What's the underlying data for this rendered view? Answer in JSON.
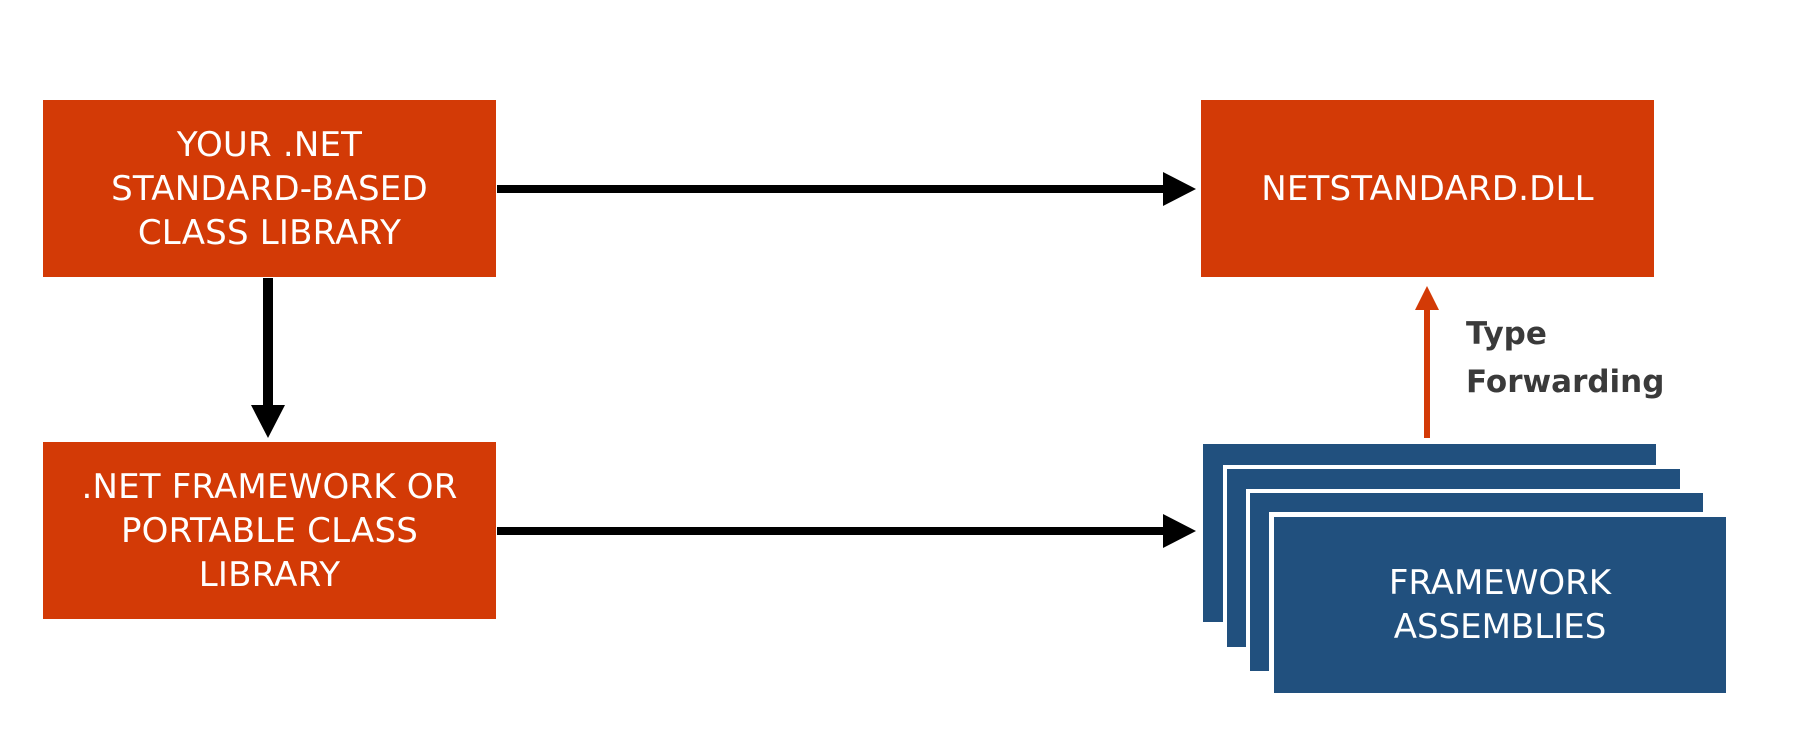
{
  "nodes": {
    "class_library": {
      "lines": [
        "YOUR .NET",
        "STANDARD-BASED",
        "CLASS LIBRARY"
      ]
    },
    "netstandard_dll": {
      "lines": [
        "NETSTANDARD.DLL"
      ]
    },
    "framework_pcl": {
      "lines": [
        ".NET FRAMEWORK OR",
        "PORTABLE CLASS",
        "LIBRARY"
      ]
    },
    "framework_assemblies": {
      "lines": [
        "FRAMEWORK",
        "ASSEMBLIES"
      ]
    }
  },
  "edges": {
    "type_forwarding": {
      "label_lines": [
        "Type",
        "Forwarding"
      ]
    }
  },
  "colors": {
    "orange": "#d33a06",
    "blue": "#21507e",
    "arrow_black": "#000000",
    "arrow_orange": "#d33a06"
  }
}
